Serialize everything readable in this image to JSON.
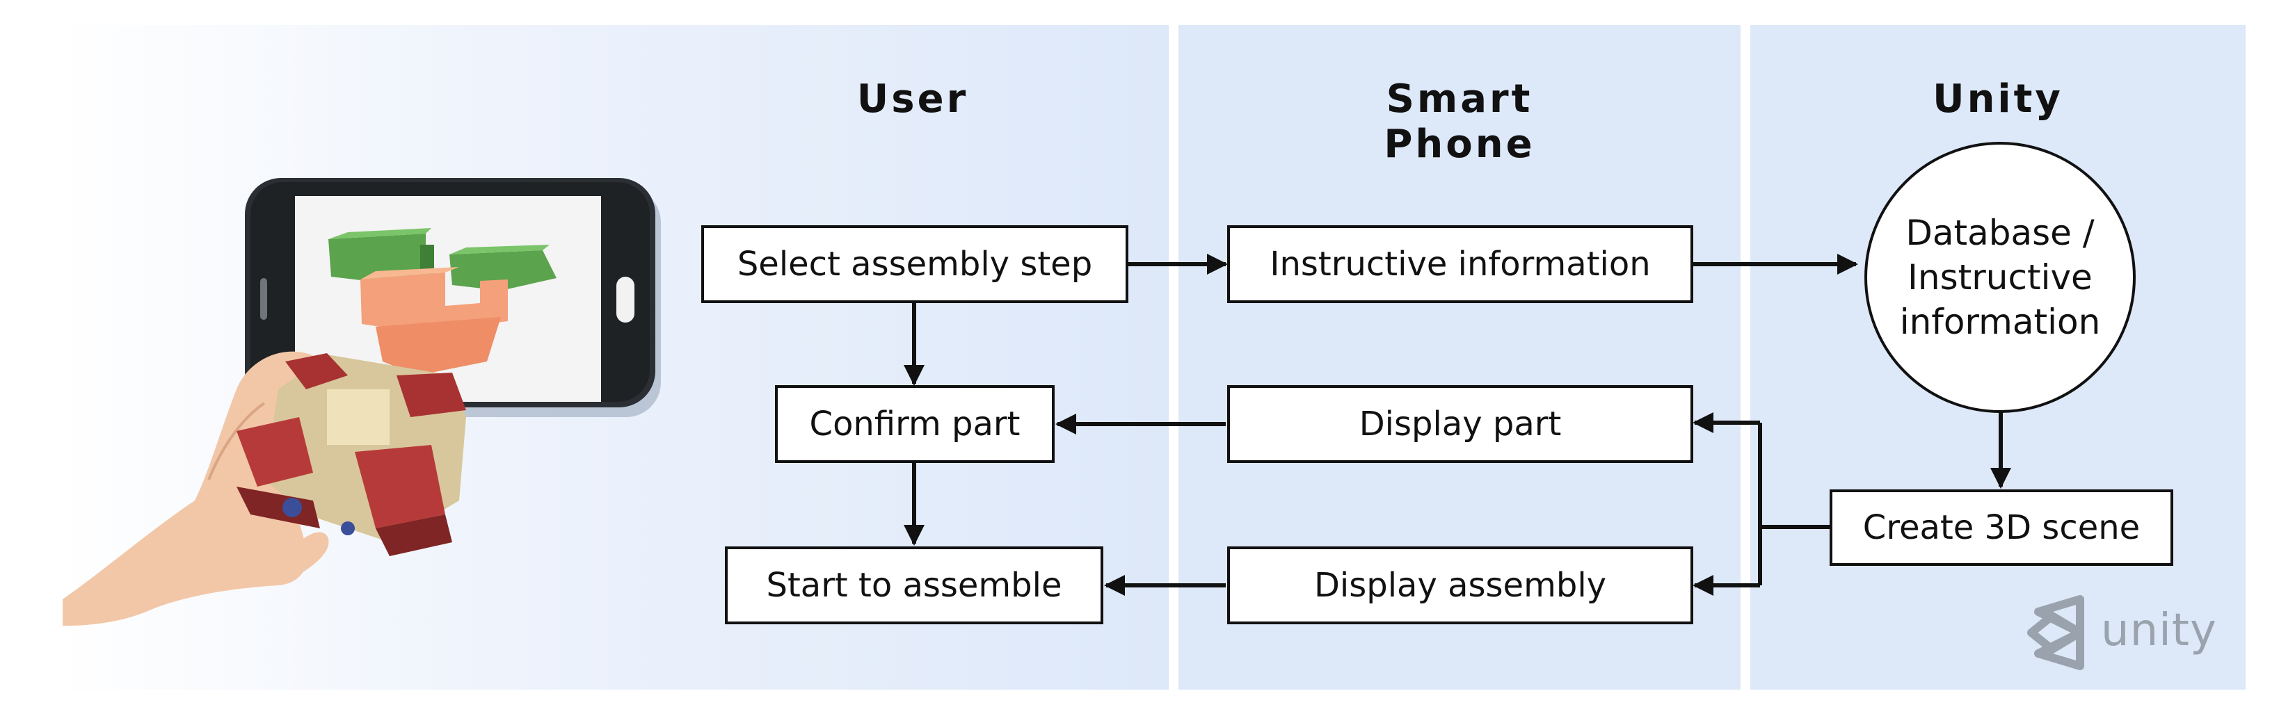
{
  "lanes": {
    "user": "User",
    "phone": "Smart Phone",
    "unity": "Unity"
  },
  "boxes": {
    "select_step": "Select assembly step",
    "confirm_part": "Confirm part",
    "start_assemble": "Start to assemble",
    "instructive_info": "Instructive information",
    "display_part": "Display part",
    "display_assembly": "Display assembly",
    "database": "Database /\nInstructive\ninformation",
    "create_scene": "Create 3D scene"
  },
  "logo": {
    "text": "unity",
    "icon": "unity-logo-icon"
  },
  "illustration": {
    "icon": "hand-holding-smartphone-ar-illustration"
  },
  "colors": {
    "lane_bg": "#dde8f9",
    "box_border": "#111111",
    "logo": "#9aa3ad"
  }
}
